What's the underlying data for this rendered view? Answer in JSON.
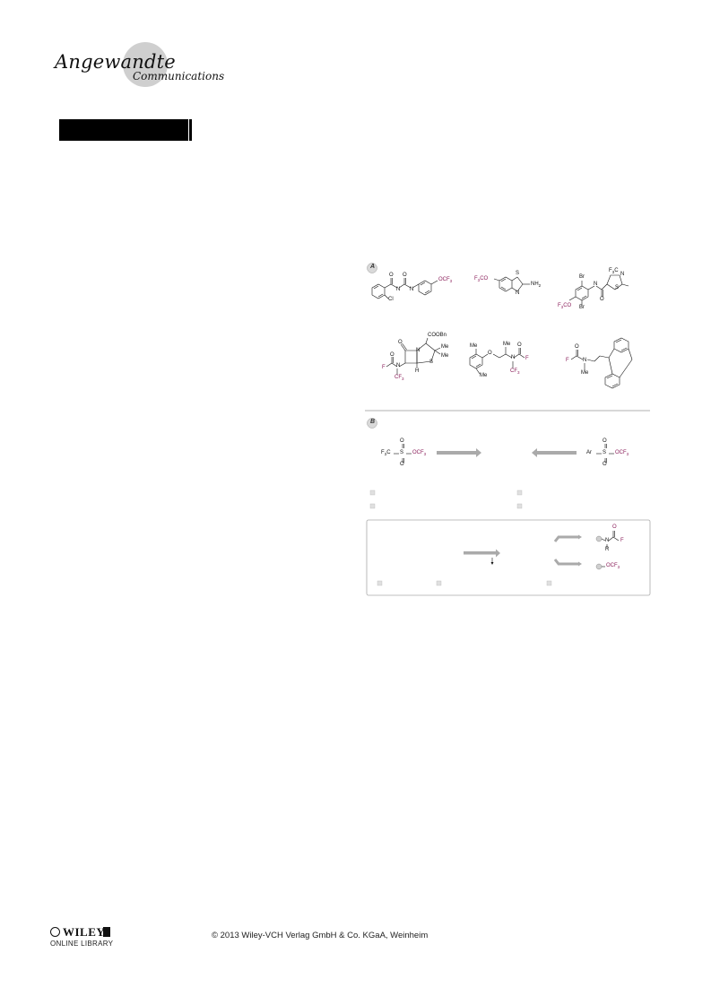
{
  "header": {
    "journal_name": "Angewandte",
    "journal_sub": "Communications"
  },
  "figure": {
    "panel_a_badge": "A",
    "panel_b_badge": "B",
    "labels": {
      "ocf3": "OCF",
      "three": "3",
      "f3co": "F",
      "co": "CO",
      "nh2": "NH",
      "two": "2",
      "s": "S",
      "n": "N",
      "h": "H",
      "o": "O",
      "cl": "Cl",
      "br": "Br",
      "f3c": "F",
      "c": "C",
      "me": "Me",
      "f": "F",
      "r": "R",
      "coobn": "COOBn",
      "cf3": "CF",
      "ar": "Ar"
    }
  },
  "footer": {
    "publisher": "WILEY",
    "library": "ONLINE LIBRARY",
    "copyright": "© 2013 Wiley-VCH Verlag GmbH & Co. KGaA, Weinheim"
  }
}
